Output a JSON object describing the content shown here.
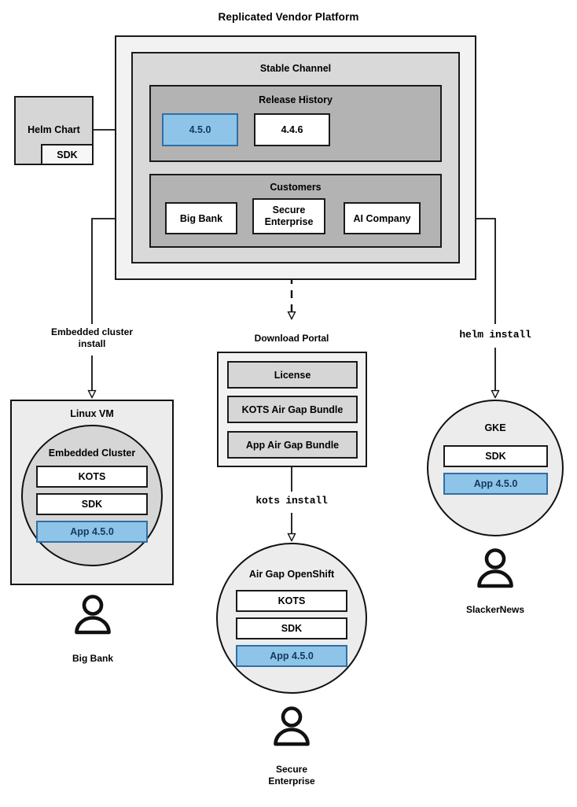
{
  "diagram": {
    "title": "Replicated Vendor Platform",
    "platform": {
      "channel_label": "Stable Channel",
      "release_history_label": "Release History",
      "releases": [
        {
          "version": "4.5.0",
          "state": "current"
        },
        {
          "version": "4.4.6",
          "state": "previous"
        }
      ],
      "customers_label": "Customers",
      "customers": [
        "Big Bank",
        "Secure\nEnterprise",
        "AI Company"
      ]
    },
    "source": {
      "title": "Helm Chart",
      "sub": "SDK"
    },
    "edges": [
      {
        "name": "embedded-cluster-install",
        "label": "Embedded cluster\ninstall",
        "style": "solid"
      },
      {
        "name": "download-portal-link",
        "label": "",
        "style": "dashed"
      },
      {
        "name": "kots-install",
        "label": "kots install",
        "style": "mono"
      },
      {
        "name": "helm-install",
        "label": "helm install",
        "style": "mono"
      }
    ],
    "download_portal": {
      "title": "Download Portal",
      "items": [
        "License",
        "KOTS Air Gap Bundle",
        "App Air Gap Bundle"
      ]
    },
    "targets": [
      {
        "name": "linux-vm",
        "title": "Linux VM",
        "inner_title": "Embedded Cluster",
        "components": [
          {
            "label": "KOTS",
            "kind": "white"
          },
          {
            "label": "SDK",
            "kind": "white"
          },
          {
            "label": "App 4.5.0",
            "kind": "blue"
          }
        ],
        "persona": "Big Bank"
      },
      {
        "name": "air-gap-openshift",
        "title": "Air Gap OpenShift",
        "components": [
          {
            "label": "KOTS",
            "kind": "white"
          },
          {
            "label": "SDK",
            "kind": "white"
          },
          {
            "label": "App 4.5.0",
            "kind": "blue"
          }
        ],
        "persona": "Secure\nEnterprise"
      },
      {
        "name": "gke",
        "title": "GKE",
        "components": [
          {
            "label": "SDK",
            "kind": "white"
          },
          {
            "label": "App 4.5.0",
            "kind": "blue"
          }
        ],
        "persona": "SlackerNews"
      }
    ],
    "colors": {
      "accent_blue_fill": "#8ec4e8",
      "accent_blue_border": "#2f6fa4",
      "accent_blue_text": "#123a5e",
      "panel_outer": "#f2f2f2",
      "panel_mid": "#d9d9d9",
      "panel_inner": "#b3b3b3",
      "stroke": "#1a1a1a",
      "circle_light": "#ececec",
      "circle_mid": "#d6d6d6"
    }
  }
}
